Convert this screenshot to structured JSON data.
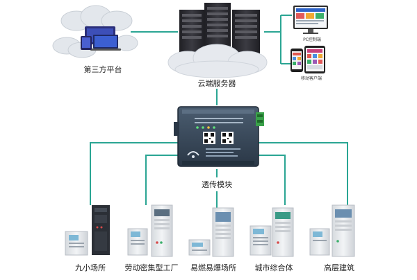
{
  "labels": {
    "third_party": "第三方平台",
    "cloud": "云端服务器",
    "pc": "PC控制端",
    "mobile": "移动客户端",
    "module": "透传模块"
  },
  "endpoints": [
    {
      "label": "九小场所"
    },
    {
      "label": "劳动密集型工厂"
    },
    {
      "label": "易燃易爆场所"
    },
    {
      "label": "城市综合体"
    },
    {
      "label": "高层建筑"
    }
  ],
  "colors": {
    "connector": "#2aa593",
    "server": "#2e2e33",
    "device": "#3a4a5a",
    "cloud": "#dfe4ea",
    "cabinet": "#e4e7ea"
  }
}
